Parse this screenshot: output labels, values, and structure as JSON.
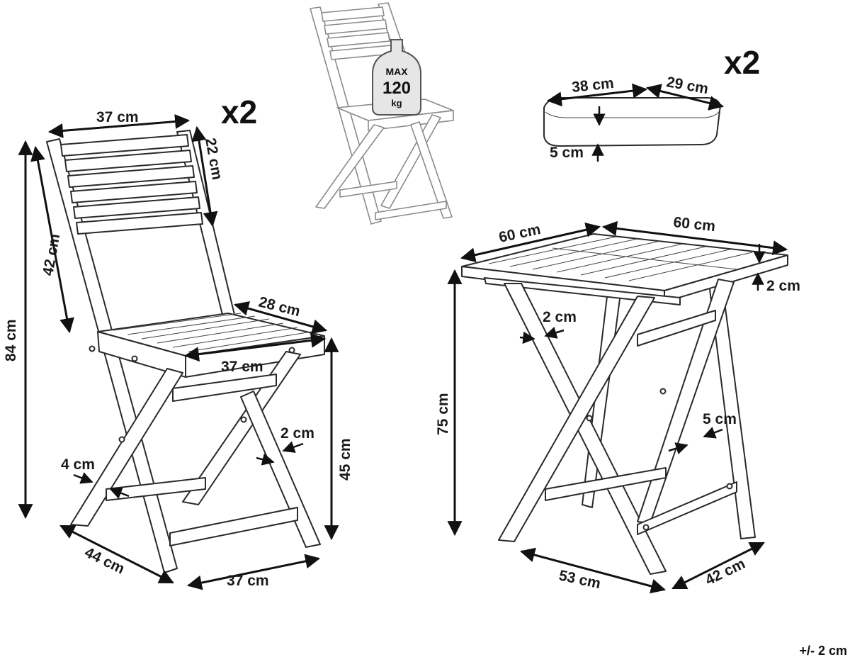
{
  "chair": {
    "quantity": "x2",
    "top_width": "37 cm",
    "backrest_height": "22 cm",
    "back_length": "42 cm",
    "total_height": "84 cm",
    "seat_depth": "28 cm",
    "seat_width": "37 cm",
    "seat_height": "45 cm",
    "slat_thickness": "2 cm",
    "leg_width": "4 cm",
    "base_depth": "44 cm",
    "base_width": "37 cm"
  },
  "load": {
    "max_label": "MAX",
    "max_value": "120",
    "max_unit": "kg"
  },
  "cushion": {
    "quantity": "x2",
    "length": "38 cm",
    "width": "29 cm",
    "thickness": "5 cm"
  },
  "table": {
    "top_length": "60 cm",
    "top_width": "60 cm",
    "top_thickness": "2 cm",
    "height": "75 cm",
    "leg_thickness": "2 cm",
    "leg_width": "5 cm",
    "base_length": "53 cm",
    "base_width": "42 cm"
  },
  "tolerance": "+/- 2 cm"
}
